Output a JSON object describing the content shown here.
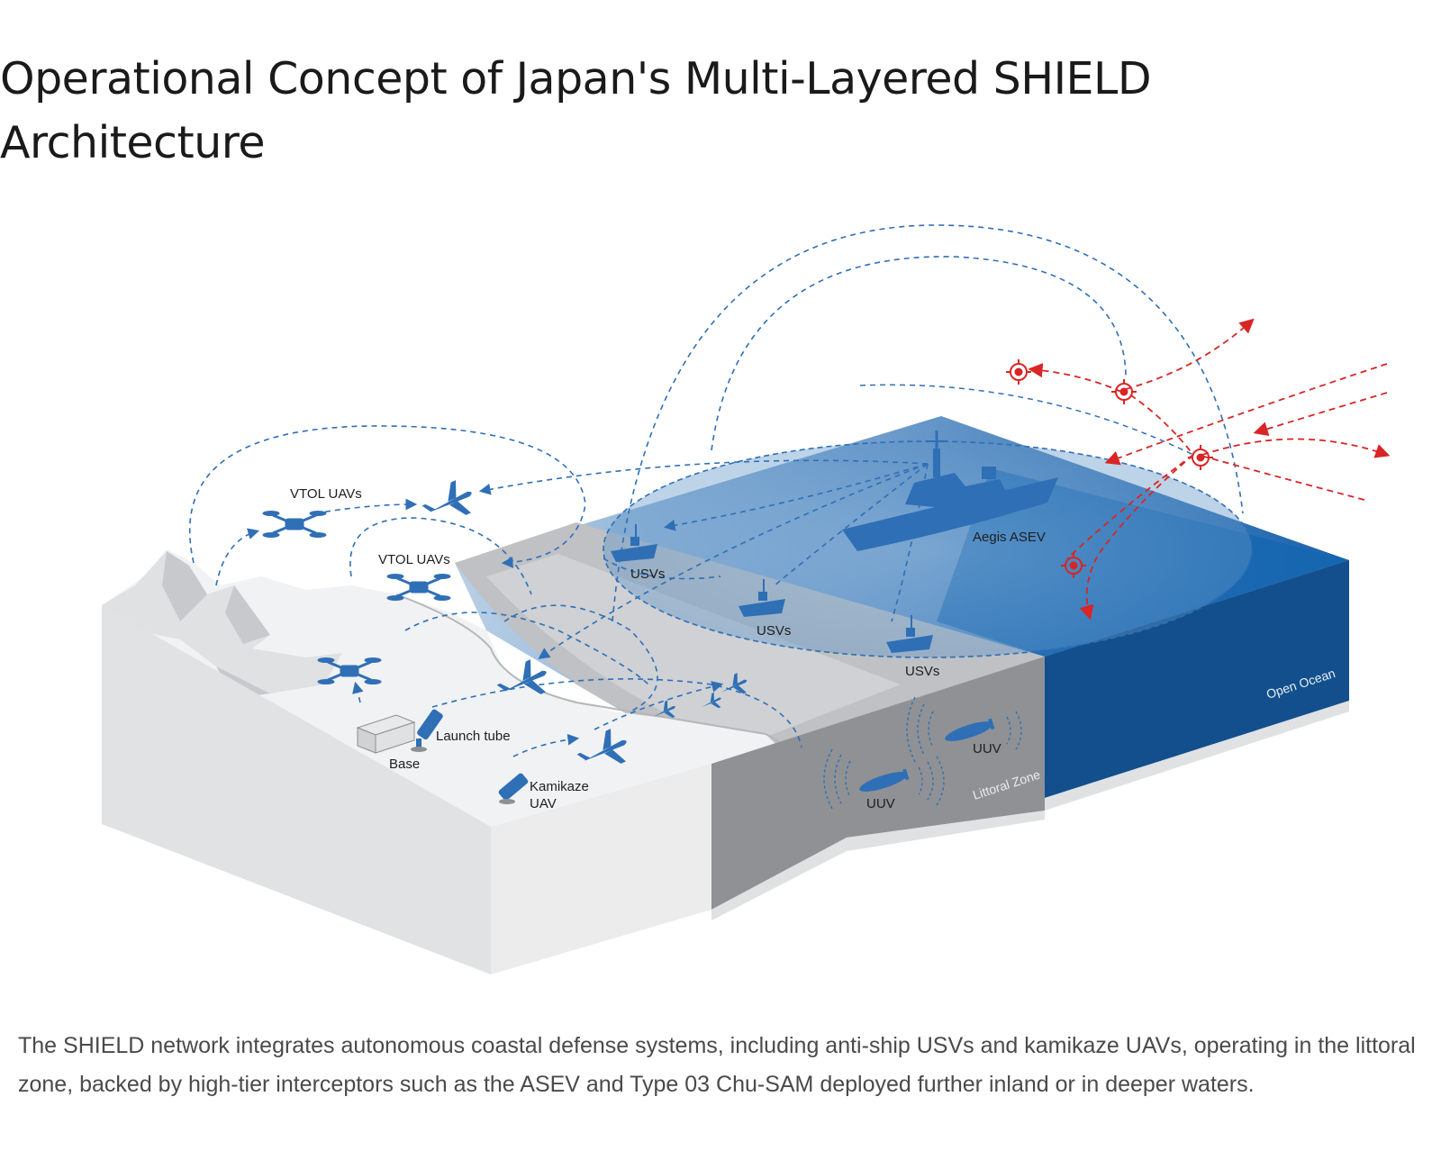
{
  "title": "Operational Concept of Japan's Multi-Layered SHIELD Architecture",
  "diagram": {
    "labels": {
      "vtol_1": "VTOL UAVs",
      "vtol_2": "VTOL UAVs",
      "base": "Base",
      "launch_tube": "Launch tube",
      "kamikaze_1": "Kamikaze",
      "kamikaze_2": "UAV",
      "usv_1": "USVs",
      "usv_2": "USVs",
      "usv_3": "USVs",
      "aegis": "Aegis ASEV",
      "uuv_1": "UUV",
      "uuv_2": "UUV",
      "littoral": "Littoral Zone",
      "ocean": "Open Ocean"
    },
    "colors": {
      "friendly_blue": "#2f6fb6",
      "threat_red": "#d92525",
      "deep_ocean": "#1466b0",
      "land": "#f1f2f3",
      "shallow": "#bfc1c4"
    },
    "icons": [
      "vtol-drone-icon",
      "airplane-icon",
      "usv-boat-icon",
      "destroyer-icon",
      "uuv-icon",
      "target-reticle-icon",
      "base-building-icon",
      "launch-tube-icon"
    ]
  },
  "caption": "The SHIELD network integrates autonomous coastal defense systems, including anti-ship USVs and kamikaze UAVs, operating in the littoral zone, backed by high-tier interceptors such as the ASEV and Type 03 Chu-SAM deployed further inland or in deeper waters."
}
